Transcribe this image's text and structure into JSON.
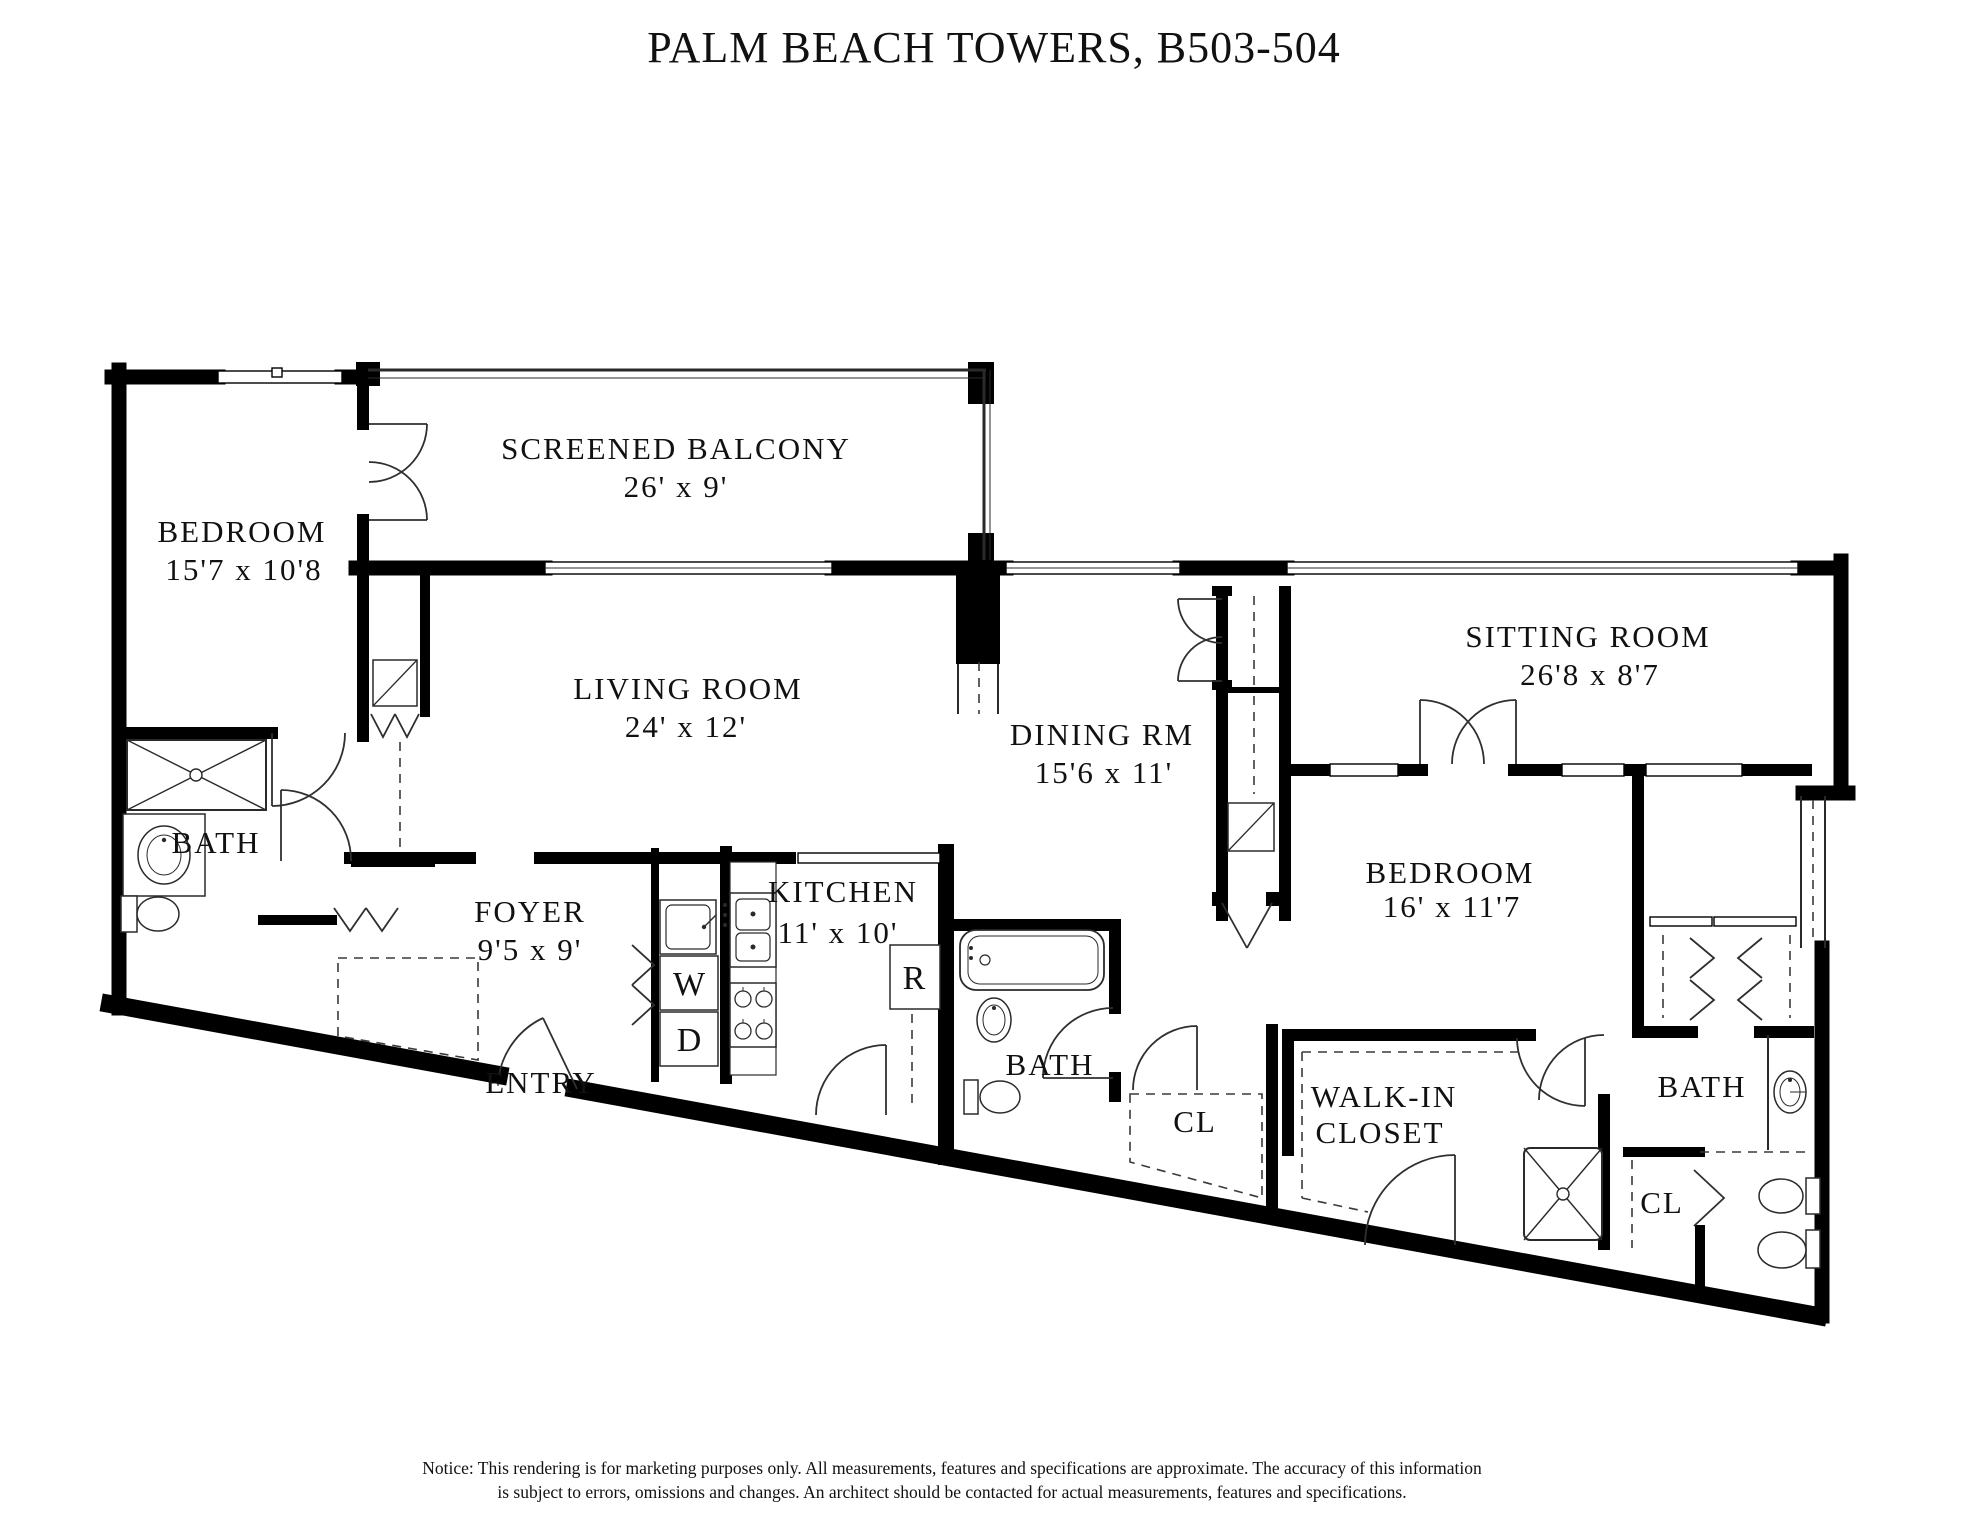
{
  "title": "PALM BEACH TOWERS, B503-504",
  "rooms": {
    "bedroom_left": {
      "name": "BEDROOM",
      "dims": "15'7 x 10'8"
    },
    "screened_balcony": {
      "name": "SCREENED BALCONY",
      "dims": "26' x 9'"
    },
    "living_room": {
      "name": "LIVING ROOM",
      "dims": "24' x 12'"
    },
    "dining_room": {
      "name": "DINING RM",
      "dims": "15'6 x 11'"
    },
    "sitting_room": {
      "name": "SITTING ROOM",
      "dims": "26'8 x 8'7"
    },
    "bedroom_right": {
      "name": "BEDROOM",
      "dims": "16' x 11'7"
    },
    "kitchen": {
      "name": "KITCHEN",
      "dims": "11' x 10'"
    },
    "foyer": {
      "name": "FOYER",
      "dims": "9'5 x 9'"
    },
    "entry": {
      "name": "ENTRY"
    },
    "bath_left": {
      "name": "BATH"
    },
    "bath_middle": {
      "name": "BATH"
    },
    "bath_right": {
      "name": "BATH"
    },
    "closet_middle": {
      "name": "CL"
    },
    "closet_right": {
      "name": "CL"
    },
    "walk_in_closet": {
      "line1": "WALK-IN",
      "line2": "CLOSET"
    }
  },
  "appliances": {
    "washer": "W",
    "dryer": "D",
    "refrigerator": "R"
  },
  "notice": {
    "line1": "Notice: This rendering is for marketing purposes only. All measurements, features and specifications are approximate. The accuracy of this information",
    "line2": "is subject to errors, omissions and changes. An architect should be contacted for actual measurements, features and specifications."
  },
  "colors": {
    "walls": "#000000",
    "background": "#ffffff",
    "text": "#111111"
  }
}
